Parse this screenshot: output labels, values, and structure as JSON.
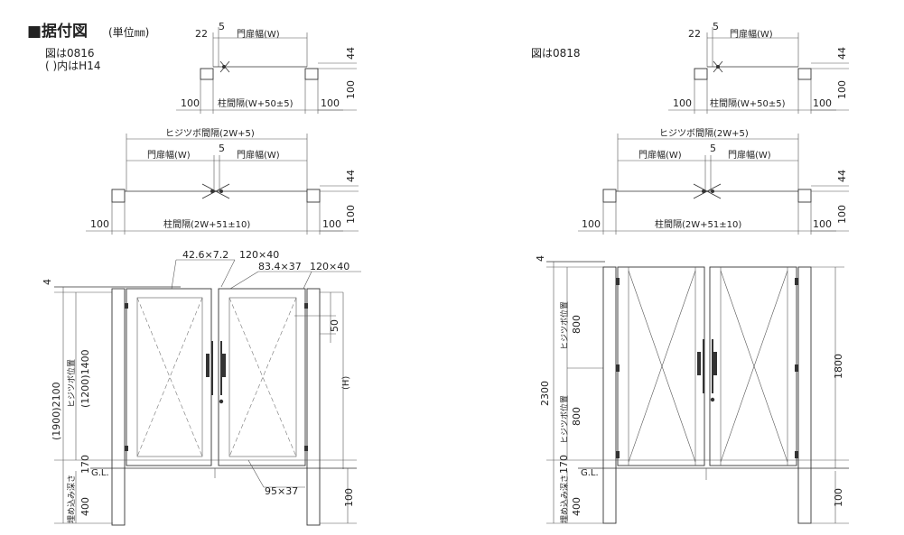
{
  "title": {
    "main": "■据付図",
    "unit": "(単位㎜)"
  },
  "left": {
    "model": "図は0816",
    "note": "( )内はH14",
    "single": {
      "d22": "22",
      "d5": "5",
      "door_width": "門扉幅(W)",
      "d44": "44",
      "d100_right": "100",
      "d100_left": "100",
      "post_spacing": "柱間隔(W+50±5)",
      "d100_bottom": "100"
    },
    "double": {
      "hinge_spacing": "ヒジツボ間隔(2W+5)",
      "d5": "5",
      "door_width_l": "門扉幅(W)",
      "door_width_r": "門扉幅(W)",
      "d44": "44",
      "d100_right": "100",
      "d100_left": "100",
      "post_spacing": "柱間隔(2W+51±10)",
      "d100_bottom": "100"
    },
    "elevation": {
      "frame": "42.6×7.2",
      "rail": "120×40",
      "stile": "83.4×37",
      "post": "120×40",
      "d4": "4",
      "total": "(1900)2100",
      "hinge_pos": "ヒジツボ位置",
      "hinge_val": "(1200)1400",
      "d50": "50",
      "h": "(H)",
      "d170": "170",
      "gl": "G.L.",
      "embed": "埋め込み深さ",
      "d400": "400",
      "bottom_rail": "95×37",
      "d100": "100"
    }
  },
  "right": {
    "model": "図は0818",
    "single": {
      "d22": "22",
      "d5": "5",
      "door_width": "門扉幅(W)",
      "d44": "44",
      "d100_right": "100",
      "d100_left": "100",
      "post_spacing": "柱間隔(W+50±5)",
      "d100_bottom": "100"
    },
    "double": {
      "hinge_spacing": "ヒジツボ間隔(2W+5)",
      "d5": "5",
      "door_width_l": "門扉幅(W)",
      "door_width_r": "門扉幅(W)",
      "d44": "44",
      "d100_right": "100",
      "d100_left": "100",
      "post_spacing": "柱間隔(2W+51±10)",
      "d100_bottom": "100"
    },
    "elevation": {
      "d4": "4",
      "total": "2300",
      "hinge_pos1": "ヒジツボ位置",
      "hinge_val1": "800",
      "hinge_pos2": "ヒジツボ位置",
      "hinge_val2": "800",
      "d1800": "1800",
      "d170": "170",
      "gl": "G.L.",
      "embed": "埋め込み深さ",
      "d400": "400",
      "d100": "100"
    }
  }
}
